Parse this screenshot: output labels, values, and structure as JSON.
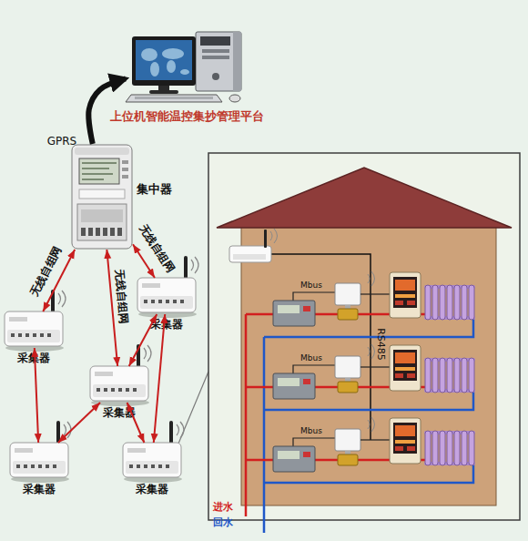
{
  "diagram": {
    "nodes": [
      {
        "text": [
          "上位机智能温控集抄管理平台"
        ]
      },
      {
        "text": [
          "集中器"
        ]
      },
      {
        "text": [
          "采集器"
        ]
      },
      {
        "text": [
          "采集器"
        ]
      },
      {
        "text": [
          "采集器"
        ]
      },
      {
        "text": [
          "采集器"
        ]
      },
      {
        "text": [
          "采集器"
        ]
      }
    ],
    "edges": [
      {
        "from": 1,
        "to": 0,
        "arrow": "to",
        "label": "GPRS"
      },
      {
        "from": 1,
        "to": 3,
        "arrow": "both",
        "label": "无线自组网"
      },
      {
        "from": 1,
        "to": 2,
        "arrow": "both",
        "label": "无线自组网"
      },
      {
        "from": 1,
        "to": 4,
        "arrow": "both",
        "label": "无线自组网"
      },
      {
        "from": 3,
        "to": 5,
        "arrow": "both"
      },
      {
        "from": 5,
        "to": 4,
        "arrow": "both"
      },
      {
        "from": 4,
        "to": 2,
        "arrow": "both"
      },
      {
        "from": 4,
        "to": 6,
        "arrow": "both"
      },
      {
        "from": 2,
        "to": 6,
        "arrow": "both"
      }
    ],
    "labels": [
      "Mbus",
      "Mbus",
      "Mbus",
      "RS485",
      "进水",
      "回水"
    ]
  }
}
